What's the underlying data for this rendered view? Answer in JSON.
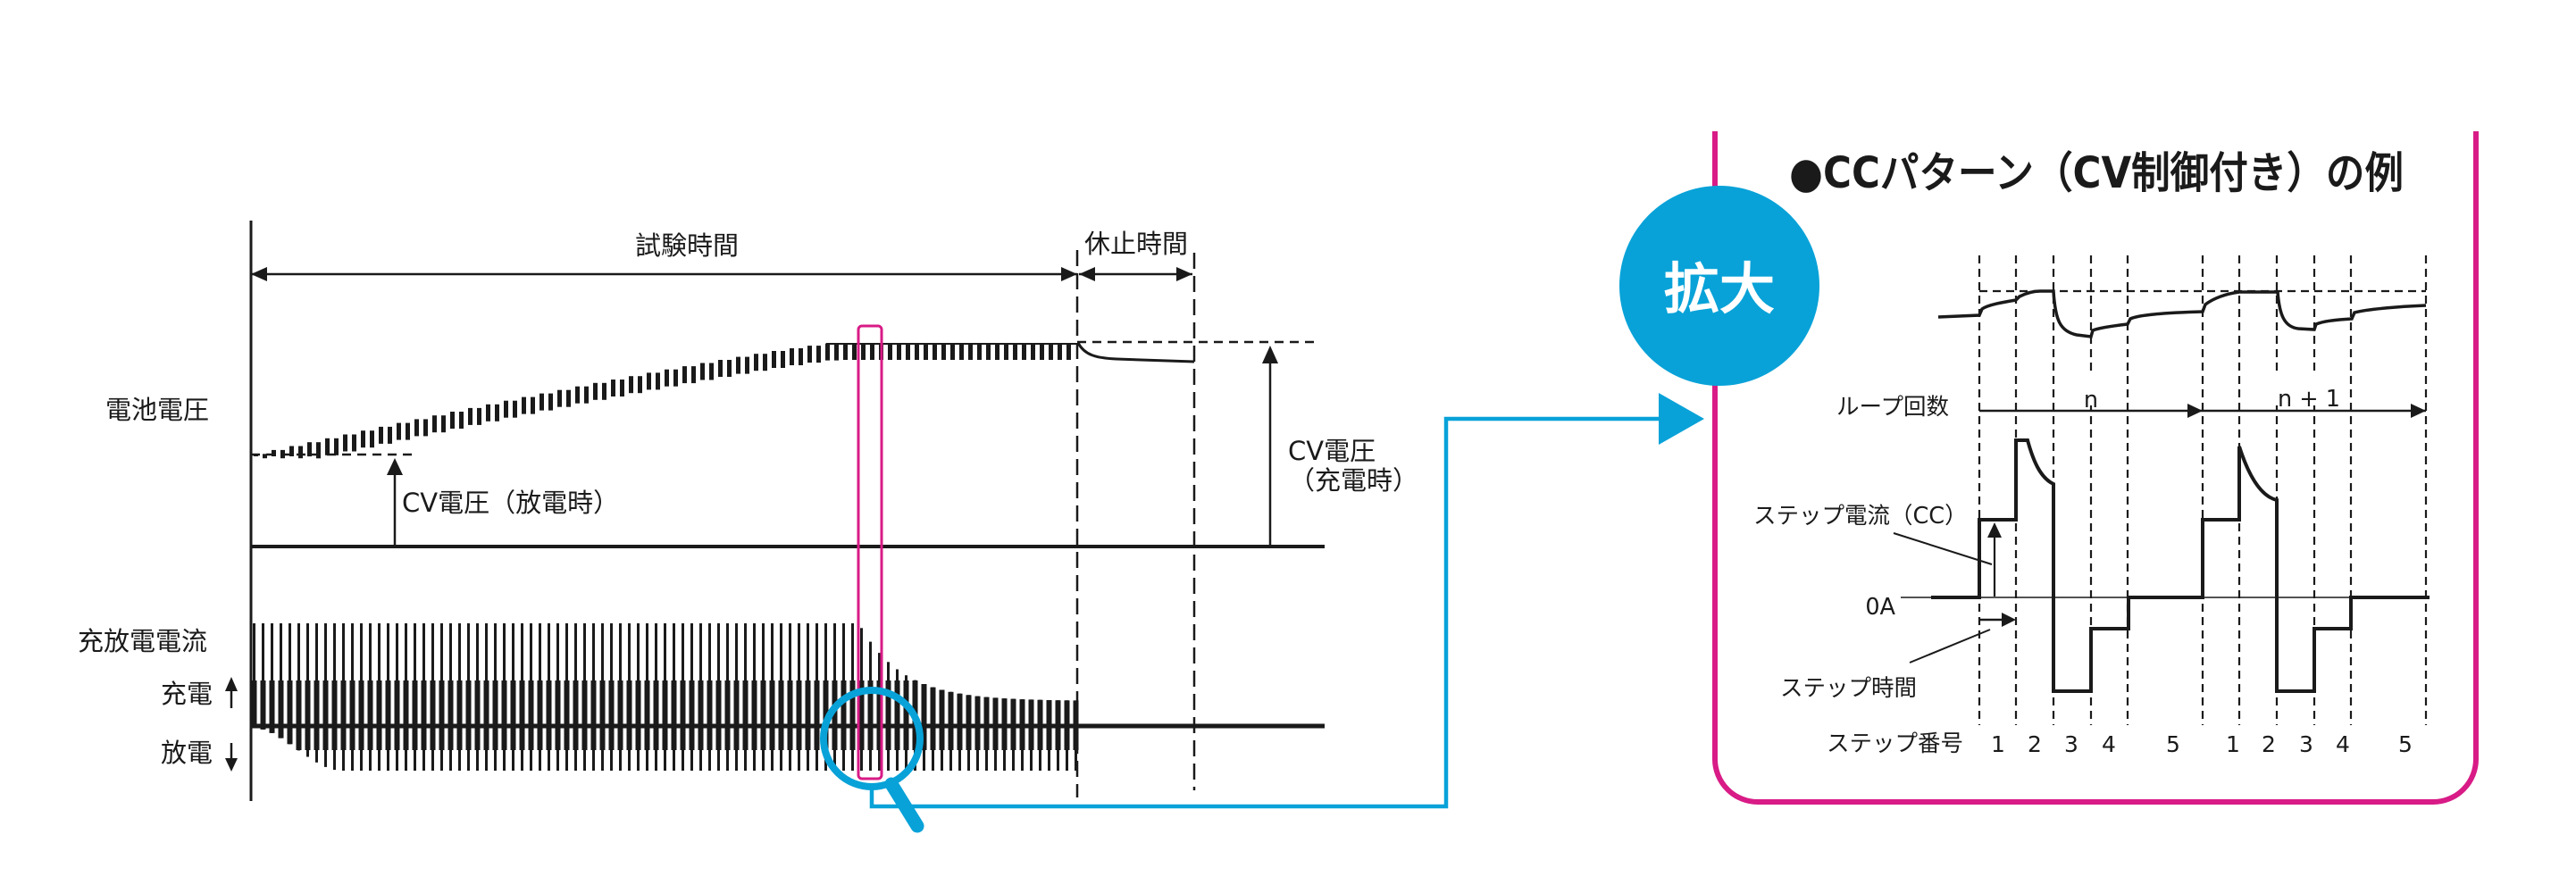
{
  "colors": {
    "accent_blue": "#08a2d8",
    "accent_pink": "#d81b86",
    "ink": "#1a1a1a"
  },
  "overview_chart": {
    "labels": {
      "battery_voltage": "電池電圧",
      "charge_discharge_current": "充放電電流",
      "charge": "充電",
      "discharge": "放電"
    },
    "test_time": "試験時間",
    "rest_time": "休止時間",
    "cv_voltage_discharge": "CV電圧（放電時）",
    "cv_voltage_charge_line1": "CV電圧",
    "cv_voltage_charge_line2": "（充電時）"
  },
  "zoom_badge": {
    "label": "拡大",
    "icon": "magnifier-icon"
  },
  "detail_panel": {
    "title": "●CCパターン（CV制御付き）の例",
    "loop_count_label": "ループ回数",
    "loops": [
      "n",
      "n + 1"
    ],
    "step_current_label": "ステップ電流（CC）",
    "zero_current_label": "0A",
    "step_time_label": "ステップ時間",
    "step_number_label": "ステップ番号",
    "step_numbers": [
      "1",
      "2",
      "3",
      "4",
      "5",
      "1",
      "2",
      "3",
      "4",
      "5"
    ]
  }
}
